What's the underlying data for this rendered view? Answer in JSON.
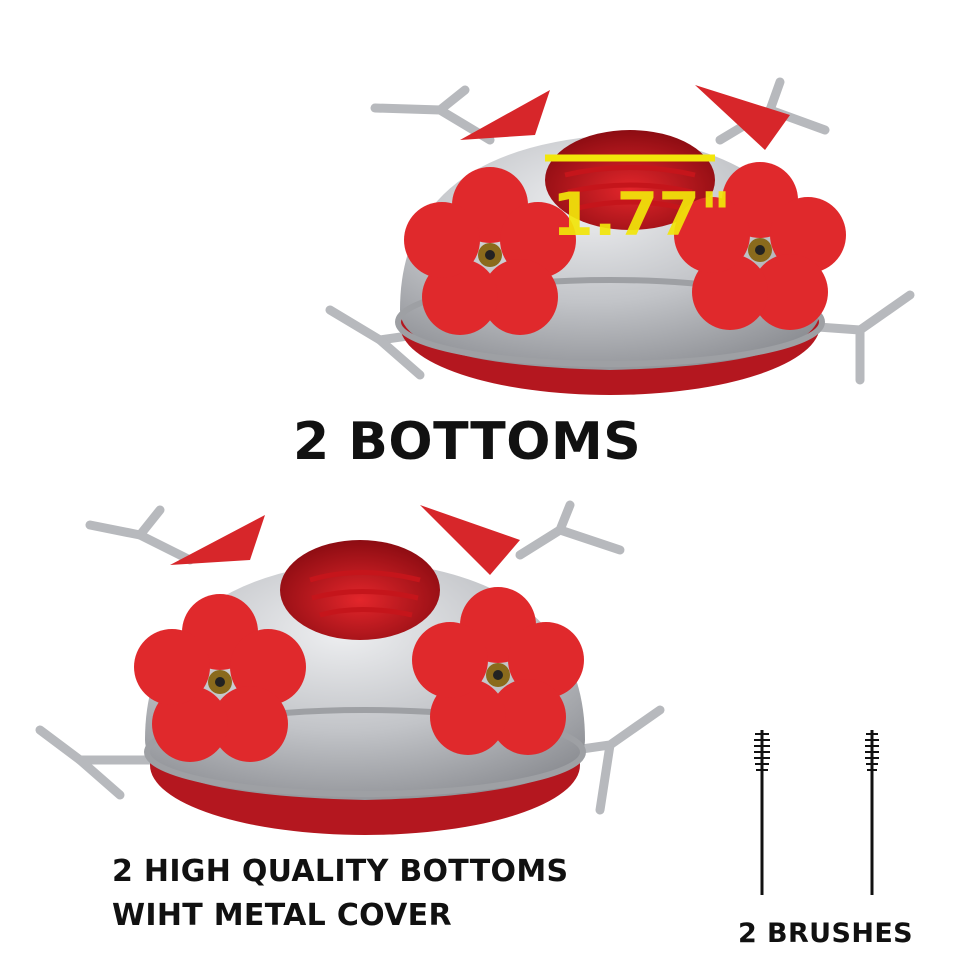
{
  "heading": "2 BOTTOMS",
  "measurement": "1.77\"",
  "caption_line1": "2 HIGH QUALITY BOTTOMS",
  "caption_line2": "WIHT METAL COVER",
  "brushes_label": "2 BRUSHES",
  "colors": {
    "metal": "#c9cbce",
    "flower_red": "#e0292c",
    "base_red": "#b4171f",
    "measure_yellow": "#f2e60a",
    "text": "#111111"
  },
  "icons": [
    "feeder-bottom-image",
    "flower-port-icon",
    "perch-icon",
    "brush-icon"
  ]
}
